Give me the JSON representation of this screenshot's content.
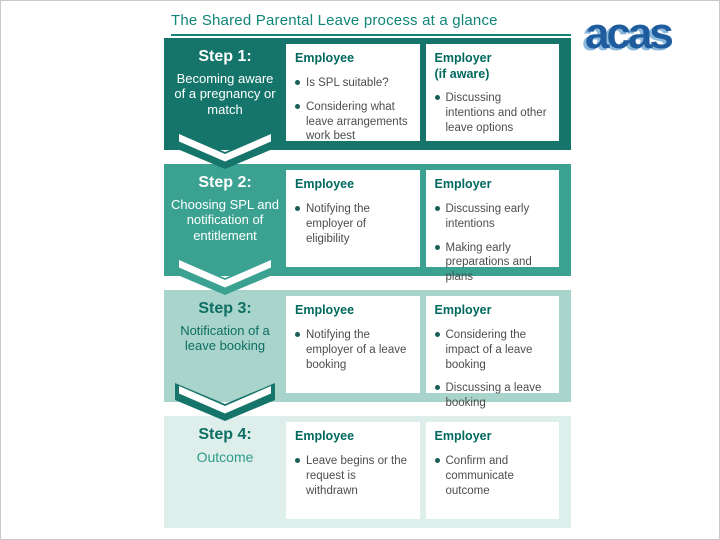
{
  "title": "The Shared Parental Leave process at a glance",
  "logo_text": "acas",
  "steps": [
    {
      "label": "Step 1:",
      "description": "Becoming aware of a pregnancy or match",
      "employee": {
        "heading": "Employee",
        "bullets": [
          "Is SPL suitable?",
          "Considering what leave arrangements work best"
        ]
      },
      "employer": {
        "heading": "Employer",
        "heading2": "(if aware)",
        "bullets": [
          "Discussing intentions and other leave options"
        ]
      }
    },
    {
      "label": "Step 2:",
      "description": "Choosing SPL and notification of entitlement",
      "employee": {
        "heading": "Employee",
        "bullets": [
          "Notifying the employer of eligibility"
        ]
      },
      "employer": {
        "heading": "Employer",
        "bullets": [
          "Discussing early intentions",
          "Making early preparations and plans"
        ]
      }
    },
    {
      "label": "Step 3:",
      "description": "Notification of a leave booking",
      "employee": {
        "heading": "Employee",
        "bullets": [
          "Notifying the employer of a leave booking"
        ]
      },
      "employer": {
        "heading": "Employer",
        "bullets": [
          "Considering the impact of a leave booking",
          "Discussing a leave booking"
        ]
      }
    },
    {
      "label": "Step 4:",
      "description": "Outcome",
      "employee": {
        "heading": "Employee",
        "bullets": [
          "Leave begins or the request is withdrawn"
        ]
      },
      "employer": {
        "heading": "Employer",
        "bullets": [
          "Confirm and communicate outcome"
        ]
      }
    }
  ],
  "colors": {
    "step1_bg": "#15756B",
    "step2_bg": "#3BA292",
    "step3_bg": "#A9D4CB",
    "step4_bg": "#DEEEEA",
    "heading_teal": "#00695F",
    "title_teal": "#108578",
    "body_text": "#4D4D4D",
    "logo_blue_dark": "#1E5C9E",
    "logo_blue_light": "#8CB8DC"
  }
}
